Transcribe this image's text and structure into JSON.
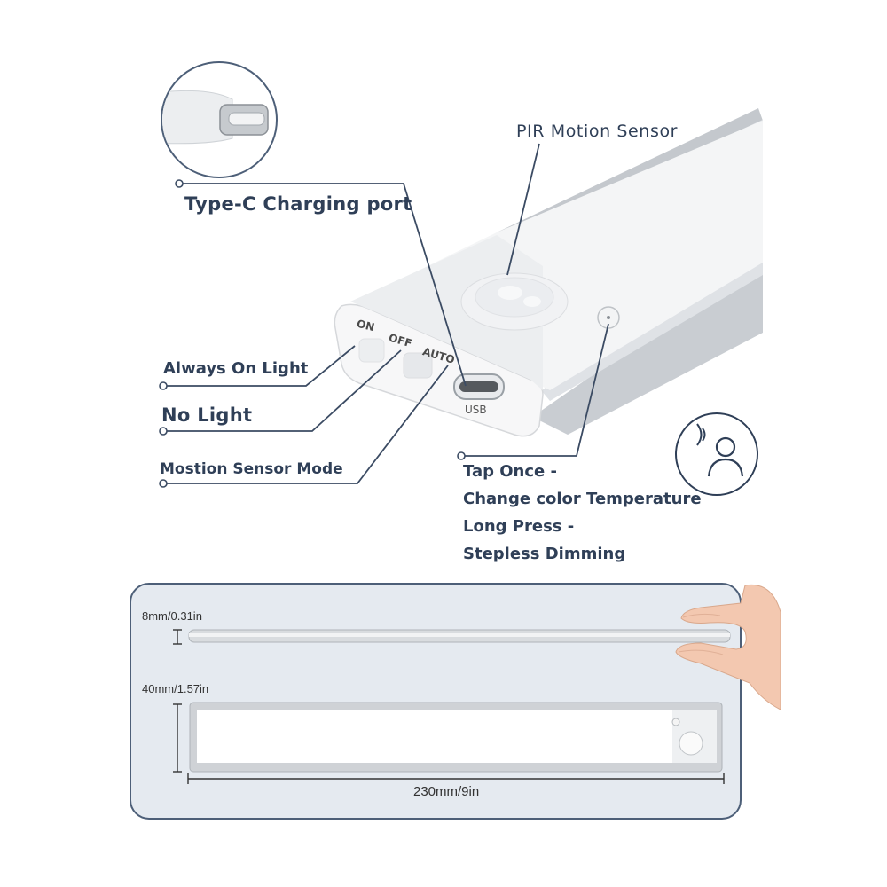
{
  "labels": {
    "type_c": "Type-C Charging port",
    "pir": "PIR  Motion Sensor",
    "always_on": "Always On Light",
    "no_light": "No Light",
    "motion_mode": "Mostion Sensor Mode",
    "tap_lines": [
      "Tap Once -",
      "Change color Temperature",
      "Long Press -",
      "Stepless Dimming"
    ]
  },
  "switch": {
    "on": "ON",
    "off": "OFF",
    "auto": "AUTO"
  },
  "port": {
    "usb": "USB"
  },
  "dimensions": {
    "thickness": "8mm/0.31in",
    "height": "40mm/1.57in",
    "length": "230mm/9in"
  },
  "icons": {
    "connector": "usb-c-connector-icon",
    "touch": "touch-person-icon"
  },
  "colors": {
    "text": "#2f3f57",
    "panel_bg": "#e5eaf0",
    "panel_border": "#4d5f78",
    "bar_silver": "#c9cdd2"
  }
}
